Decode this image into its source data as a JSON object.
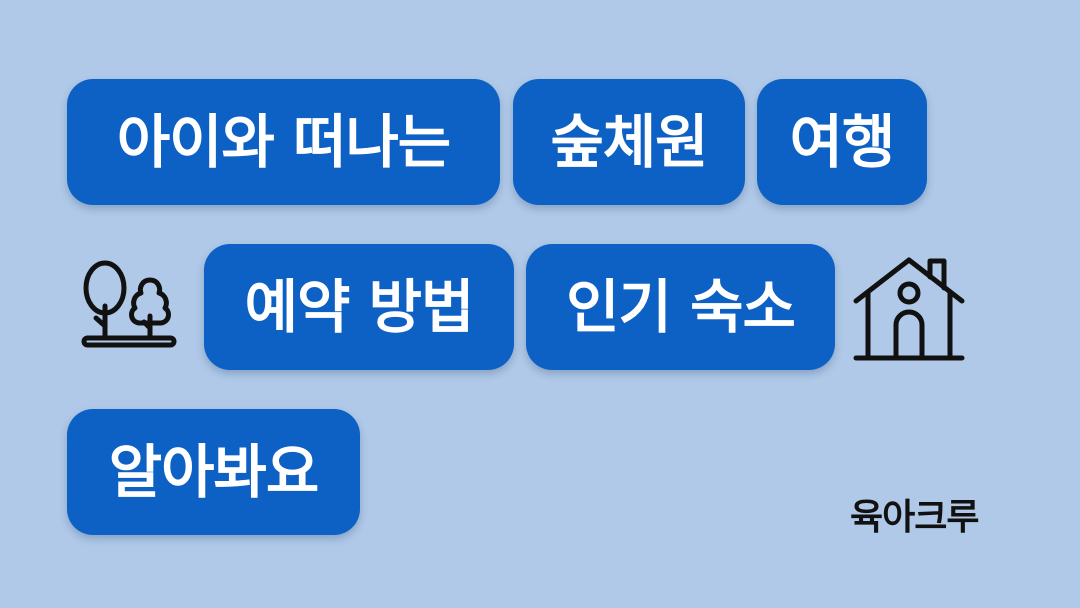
{
  "title": {
    "pills": [
      {
        "label": "아이와 떠나는"
      },
      {
        "label": "숲체원"
      },
      {
        "label": "여행"
      },
      {
        "label": "예약 방법"
      },
      {
        "label": "인기 숙소"
      },
      {
        "label": "알아봐요"
      }
    ]
  },
  "icons": {
    "left": "tree-icon",
    "right": "house-icon"
  },
  "brand": {
    "logo_text": "육아크루"
  },
  "colors": {
    "background": "#b0c9e8",
    "pill": "#0d60c4",
    "pill_text": "#ffffff",
    "icon": "#111111"
  }
}
